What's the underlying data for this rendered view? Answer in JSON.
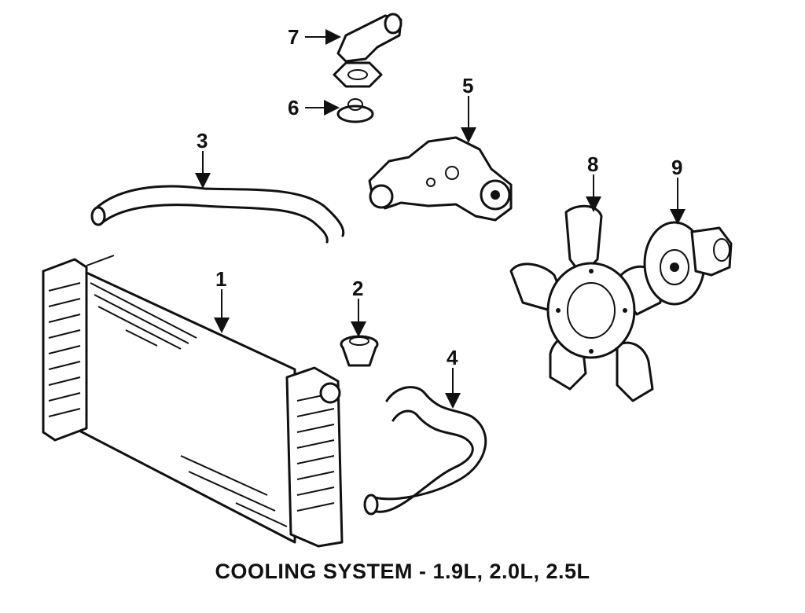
{
  "caption": "COOLING SYSTEM - 1.9L, 2.0L, 2.5L",
  "callouts": {
    "c1": "1",
    "c2": "2",
    "c3": "3",
    "c4": "4",
    "c5": "5",
    "c6": "6",
    "c7": "7",
    "c8": "8",
    "c9": "9"
  }
}
